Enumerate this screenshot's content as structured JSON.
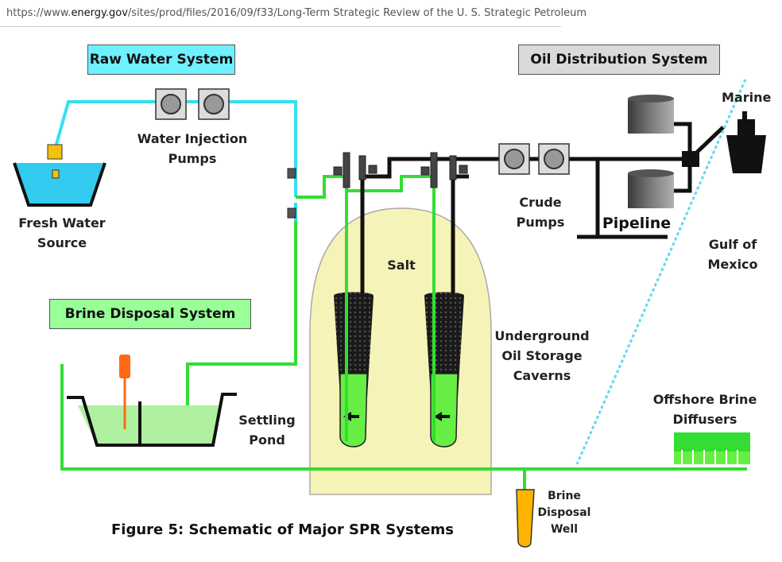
{
  "url": {
    "prefix": "https://www.",
    "host": "energy.gov",
    "path": "/sites/prod/files/2016/09/f33/Long-Term Strategic Review of the U. S. Strategic Petroleum"
  },
  "systems": {
    "raw_water": "Raw Water System",
    "oil_distribution": "Oil Distribution System",
    "brine_disposal": "Brine Disposal System"
  },
  "labels": {
    "water_injection_pumps": [
      "Water Injection",
      "Pumps"
    ],
    "fresh_water_source": [
      "Fresh Water",
      "Source"
    ],
    "salt": "Salt",
    "crude_pumps": [
      "Crude",
      "Pumps"
    ],
    "pipeline": "Pipeline",
    "marine": "Marine",
    "gulf_of_mexico": [
      "Gulf of",
      "Mexico"
    ],
    "underground_caverns": [
      "Underground",
      "Oil Storage",
      "Caverns"
    ],
    "settling_pond": [
      "Settling",
      "Pond"
    ],
    "offshore_brine_diffusers": [
      "Offshore Brine",
      "Diffusers"
    ],
    "brine_disposal_well": [
      "Brine",
      "Disposal",
      "Well"
    ]
  },
  "caption": "Figure 5: Schematic of Major SPR Systems",
  "colors": {
    "raw_water": "#33e0f0",
    "brine": "#33dd33",
    "oil": "#111111",
    "salt_dome": "#f6f3b8",
    "raw_box": "#6ff0ff",
    "oil_box": "#dadada",
    "brine_box": "#99ff99",
    "well": "#ffb400",
    "valve": "#ff6a13"
  }
}
